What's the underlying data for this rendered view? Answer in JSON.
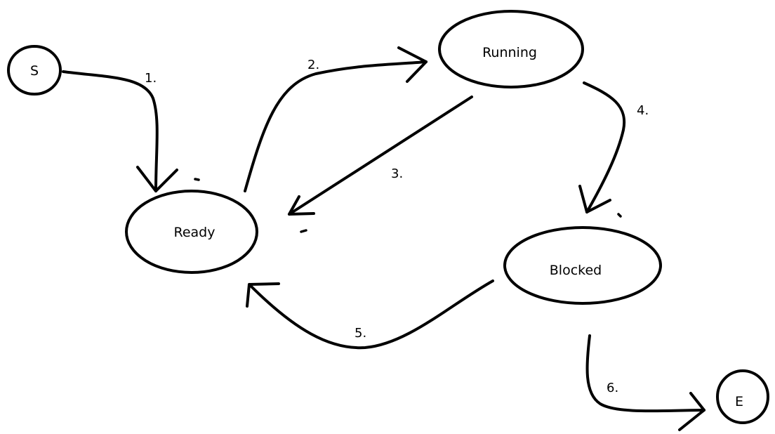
{
  "nodes": {
    "start": {
      "label": "S"
    },
    "ready": {
      "label": "Ready"
    },
    "running": {
      "label": "Running"
    },
    "blocked": {
      "label": "Blocked"
    },
    "end": {
      "label": "E"
    }
  },
  "edges": {
    "start_to_ready": {
      "label": "1."
    },
    "ready_to_running": {
      "label": "2."
    },
    "running_to_ready": {
      "label": "3."
    },
    "running_to_blocked": {
      "label": "4."
    },
    "blocked_to_ready": {
      "label": "5."
    },
    "blocked_to_end": {
      "label": "6."
    }
  }
}
